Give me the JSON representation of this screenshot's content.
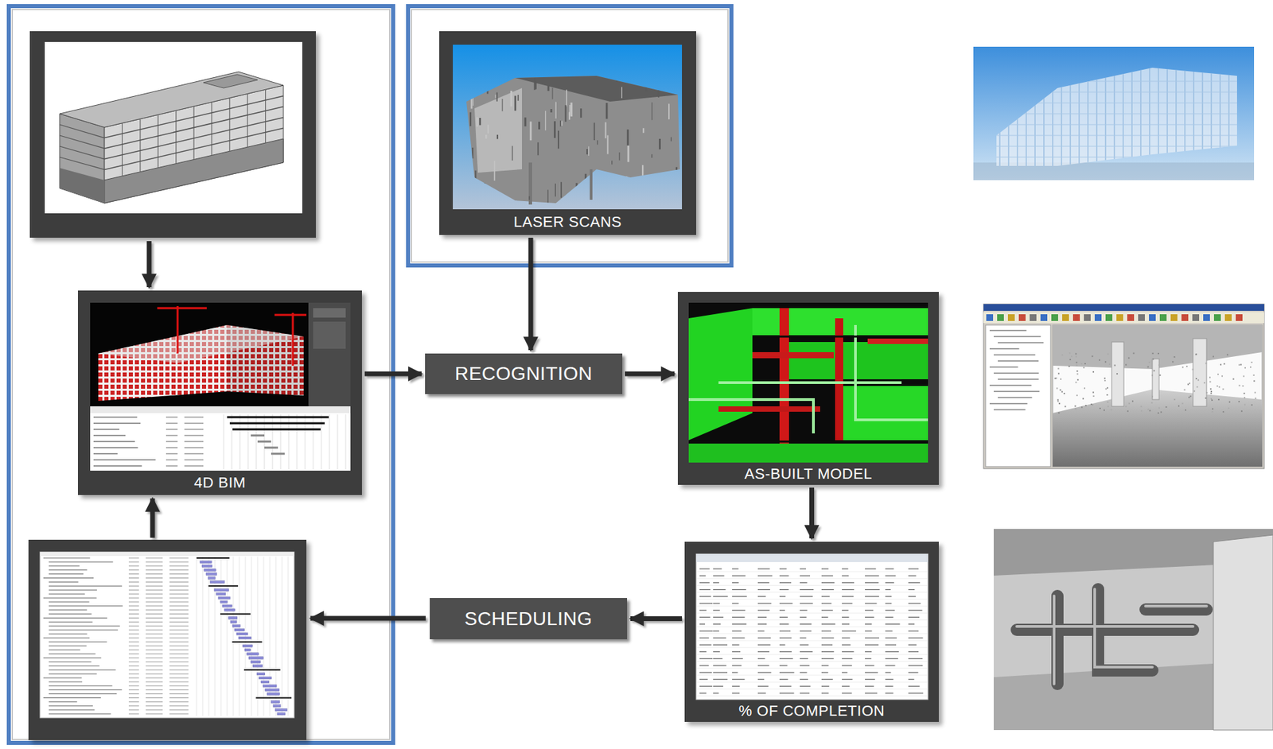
{
  "diagram": {
    "nodes": [
      {
        "text": [
          "LASER SCANS"
        ]
      },
      {
        "text": [
          "4D BIM"
        ]
      },
      {
        "text": [
          "RECOGNITION"
        ]
      },
      {
        "text": [
          "AS-BUILT MODEL"
        ]
      },
      {
        "text": [
          "SCHEDULING"
        ]
      },
      {
        "text": [
          "% OF COMPLETION"
        ]
      }
    ],
    "edges": [
      {
        "from": 0,
        "to": 2,
        "arrow": "to"
      },
      {
        "from": 1,
        "to": 2,
        "arrow": "to"
      },
      {
        "from": 2,
        "to": 3,
        "arrow": "to"
      },
      {
        "from": 3,
        "to": 5,
        "arrow": "to"
      },
      {
        "from": 5,
        "to": 4,
        "arrow": "to"
      }
    ]
  }
}
